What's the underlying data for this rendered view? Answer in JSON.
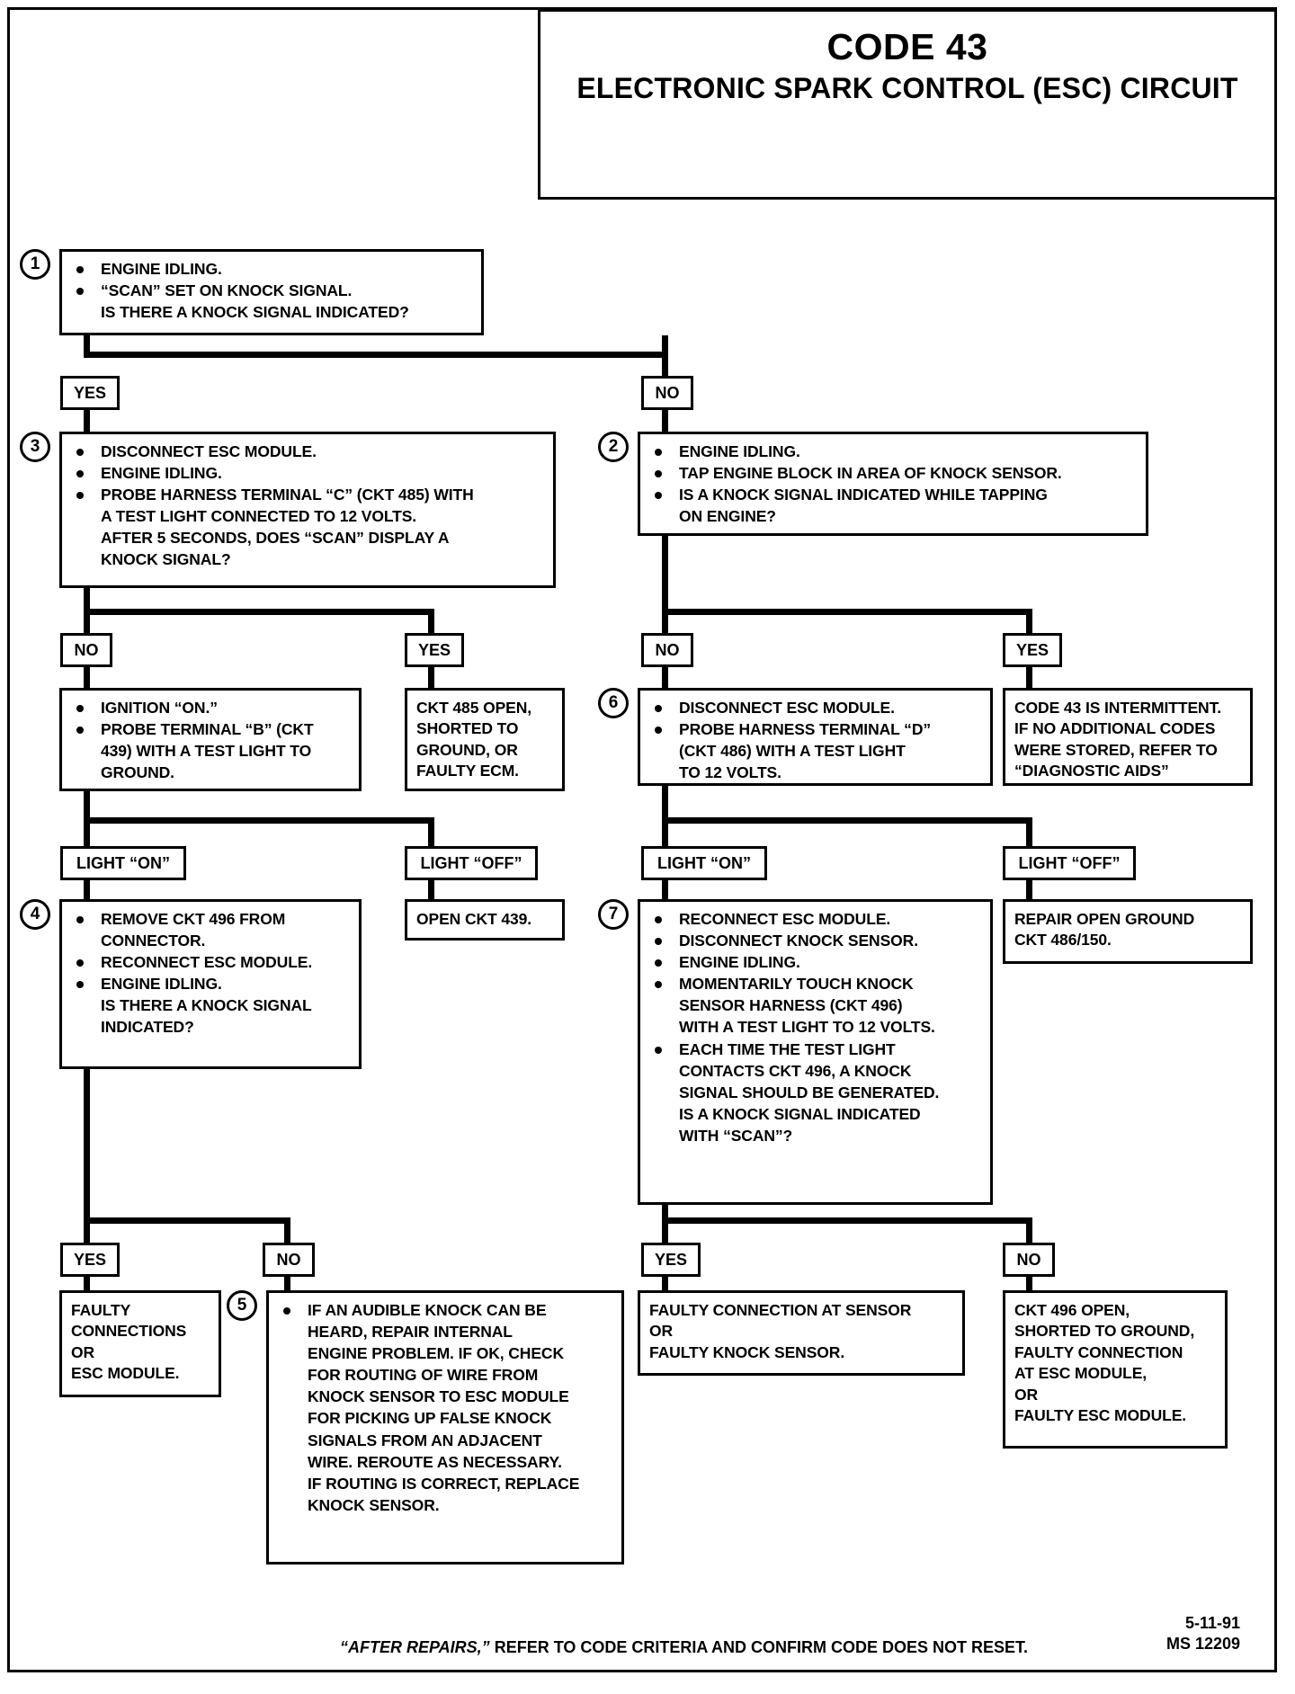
{
  "title": {
    "code": "CODE 43",
    "subtitle": "ELECTRONIC SPARK CONTROL (ESC) CIRCUIT"
  },
  "steps": {
    "s1": {
      "number": "1",
      "lines": [
        {
          "bullet": true,
          "text": "ENGINE IDLING."
        },
        {
          "bullet": true,
          "text": "“SCAN” SET ON KNOCK SIGNAL."
        },
        {
          "bullet": false,
          "text": "IS THERE A KNOCK SIGNAL INDICATED?"
        }
      ]
    },
    "s3": {
      "number": "3",
      "lines": [
        {
          "bullet": true,
          "text": "DISCONNECT ESC MODULE."
        },
        {
          "bullet": true,
          "text": "ENGINE IDLING."
        },
        {
          "bullet": true,
          "text": "PROBE HARNESS TERMINAL “C”  (CKT 485) WITH"
        },
        {
          "bullet": false,
          "text": "A TEST LIGHT CONNECTED TO 12 VOLTS."
        },
        {
          "bullet": false,
          "text": "AFTER 5 SECONDS, DOES “SCAN” DISPLAY A"
        },
        {
          "bullet": false,
          "text": "KNOCK SIGNAL?"
        }
      ]
    },
    "s2": {
      "number": "2",
      "lines": [
        {
          "bullet": true,
          "text": "ENGINE IDLING."
        },
        {
          "bullet": true,
          "text": "TAP ENGINE BLOCK IN AREA OF KNOCK SENSOR."
        },
        {
          "bullet": true,
          "text": "IS A KNOCK SIGNAL INDICATED WHILE TAPPING"
        },
        {
          "bullet": false,
          "text": "ON ENGINE?"
        }
      ]
    },
    "ignition": {
      "number": "",
      "lines": [
        {
          "bullet": true,
          "text": "IGNITION “ON.”"
        },
        {
          "bullet": true,
          "text": "PROBE TERMINAL “B” (CKT"
        },
        {
          "bullet": false,
          "text": "439) WITH A TEST LIGHT TO"
        },
        {
          "bullet": false,
          "text": "GROUND."
        }
      ]
    },
    "ckt485": {
      "plain": [
        "CKT 485 OPEN,",
        "SHORTED TO",
        "GROUND, OR",
        "FAULTY ECM."
      ]
    },
    "s6": {
      "number": "6",
      "lines": [
        {
          "bullet": true,
          "text": "DISCONNECT ESC MODULE."
        },
        {
          "bullet": true,
          "text": "PROBE HARNESS TERMINAL “D”"
        },
        {
          "bullet": false,
          "text": "(CKT 486) WITH A TEST LIGHT"
        },
        {
          "bullet": false,
          "text": "TO 12 VOLTS."
        }
      ]
    },
    "intermittent": {
      "plain": [
        "CODE 43 IS INTERMITTENT.",
        "IF NO ADDITIONAL CODES",
        "WERE STORED, REFER TO",
        "“DIAGNOSTIC AIDS”"
      ]
    },
    "open439": {
      "plain": [
        "OPEN CKT 439."
      ]
    },
    "s4": {
      "number": "4",
      "lines": [
        {
          "bullet": true,
          "text": "REMOVE CKT 496 FROM"
        },
        {
          "bullet": false,
          "text": "CONNECTOR."
        },
        {
          "bullet": true,
          "text": "RECONNECT ESC MODULE."
        },
        {
          "bullet": true,
          "text": "ENGINE IDLING."
        },
        {
          "bullet": false,
          "text": "IS THERE A KNOCK SIGNAL"
        },
        {
          "bullet": false,
          "text": "INDICATED?"
        }
      ]
    },
    "repairground": {
      "plain": [
        "REPAIR OPEN GROUND",
        "CKT 486/150."
      ]
    },
    "s7": {
      "number": "7",
      "lines": [
        {
          "bullet": true,
          "text": "RECONNECT ESC MODULE."
        },
        {
          "bullet": true,
          "text": "DISCONNECT KNOCK SENSOR."
        },
        {
          "bullet": true,
          "text": "ENGINE IDLING."
        },
        {
          "bullet": true,
          "text": "MOMENTARILY TOUCH KNOCK"
        },
        {
          "bullet": false,
          "text": "SENSOR HARNESS (CKT 496)"
        },
        {
          "bullet": false,
          "text": "WITH A TEST LIGHT TO 12 VOLTS."
        },
        {
          "bullet": true,
          "text": "EACH TIME THE TEST LIGHT"
        },
        {
          "bullet": false,
          "text": "CONTACTS CKT 496, A KNOCK"
        },
        {
          "bullet": false,
          "text": "SIGNAL SHOULD BE GENERATED."
        },
        {
          "bullet": false,
          "text": "IS A KNOCK SIGNAL INDICATED"
        },
        {
          "bullet": false,
          "text": "WITH “SCAN”?"
        }
      ]
    },
    "faultyconn": {
      "plain": [
        "FAULTY",
        "CONNECTIONS",
        "OR",
        "ESC MODULE."
      ]
    },
    "s5": {
      "number": "5",
      "lines": [
        {
          "bullet": true,
          "text": "IF AN AUDIBLE KNOCK CAN BE"
        },
        {
          "bullet": false,
          "text": "HEARD, REPAIR INTERNAL"
        },
        {
          "bullet": false,
          "text": "ENGINE PROBLEM.  IF OK, CHECK"
        },
        {
          "bullet": false,
          "text": "FOR ROUTING OF WIRE FROM"
        },
        {
          "bullet": false,
          "text": "KNOCK SENSOR TO ESC MODULE"
        },
        {
          "bullet": false,
          "text": "FOR PICKING UP FALSE KNOCK"
        },
        {
          "bullet": false,
          "text": "SIGNALS FROM AN ADJACENT"
        },
        {
          "bullet": false,
          "text": "WIRE.  REROUTE AS NECESSARY."
        },
        {
          "bullet": false,
          "text": "IF ROUTING IS CORRECT, REPLACE"
        },
        {
          "bullet": false,
          "text": "KNOCK SENSOR."
        }
      ]
    },
    "faultysensor": {
      "plain": [
        "FAULTY CONNECTION AT SENSOR",
        "OR",
        "FAULTY KNOCK SENSOR."
      ]
    },
    "ckt496": {
      "plain": [
        "CKT 496 OPEN,",
        "SHORTED TO GROUND,",
        "FAULTY CONNECTION",
        "AT ESC MODULE,",
        "OR",
        "FAULTY ESC MODULE."
      ]
    }
  },
  "branch_labels": {
    "l1_yes": "YES",
    "l1_no": "NO",
    "l3_no": "NO",
    "l3_yes": "YES",
    "l2_no": "NO",
    "l2_yes": "YES",
    "l_light_on_left": "LIGHT “ON”",
    "l_light_off_left": "LIGHT “OFF”",
    "l_light_on_right": "LIGHT “ON”",
    "l_light_off_right": "LIGHT “OFF”",
    "l4_yes": "YES",
    "l4_no": "NO",
    "l7_yes": "YES",
    "l7_no": "NO"
  },
  "footer": {
    "note_lead": "“AFTER REPAIRS,”",
    "note_rest": " REFER TO CODE CRITERIA AND CONFIRM CODE DOES NOT RESET.",
    "date": "5-11-91",
    "ms": "MS 12209"
  }
}
